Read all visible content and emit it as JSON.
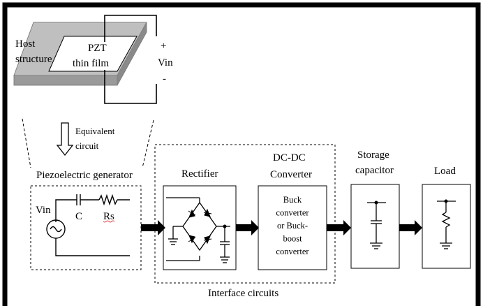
{
  "host": {
    "label_line1": "Host",
    "label_line2": "structure",
    "pzt_line1": "PZT",
    "pzt_line2": "thin film"
  },
  "terminals": {
    "plus": "+",
    "vin": "Vin",
    "minus": "-"
  },
  "equivalent": {
    "line1": "Equivalent",
    "line2": "circuit"
  },
  "generator": {
    "title": "Piezoelectric generator",
    "vin": "Vin",
    "capacitor": "C",
    "resistor": "Rs"
  },
  "rectifier": {
    "title": "Rectifier"
  },
  "dcdc": {
    "title_line1": "DC-DC",
    "title_line2": "Converter",
    "text_lines": [
      "Buck",
      "converter",
      "or Buck-",
      "boost",
      "converter"
    ]
  },
  "storage": {
    "title_line1": "Storage",
    "title_line2": "capacitor"
  },
  "load": {
    "title": "Load"
  },
  "interface": {
    "label": "Interface circuits"
  }
}
